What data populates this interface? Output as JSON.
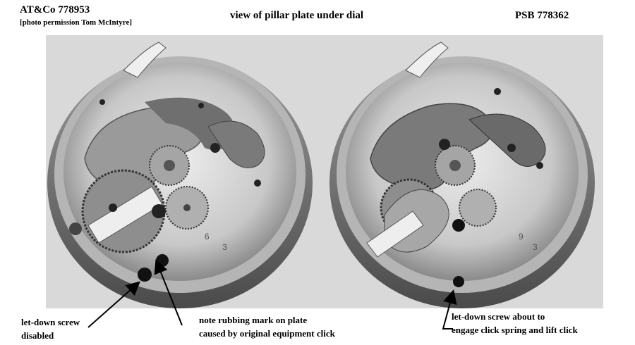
{
  "header": {
    "left_line1": "AT&Co 778953",
    "left_line2": "[photo permission Tom McIntyre]",
    "center": "view of pillar plate under dial",
    "right": "PSB 778362"
  },
  "captions": {
    "left_line1": "let-down screw",
    "left_line2": "disabled",
    "middle_line1": "note rubbing mark on plate",
    "middle_line2": "caused by original equipment click",
    "right_line1": "let-down screw about to",
    "right_line2": "engage click spring and lift click"
  }
}
